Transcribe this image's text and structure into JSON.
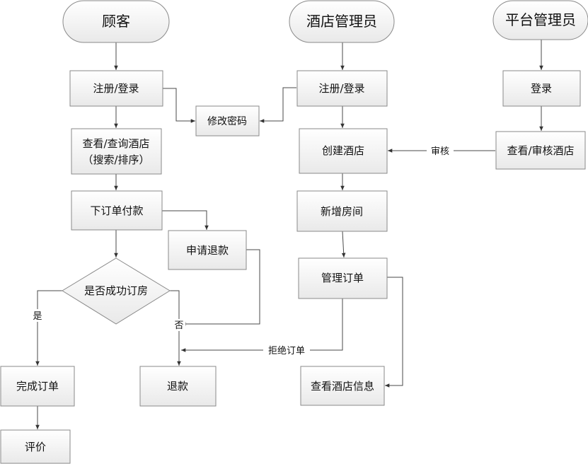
{
  "roles": {
    "customer": "顾客",
    "hotel_admin": "酒店管理员",
    "platform_admin": "平台管理员"
  },
  "nodes": {
    "c_register": "注册/登录",
    "c_browse_1": "查看/查询酒店",
    "c_browse_2": "（搜索/排序）",
    "c_order": "下订单付款",
    "c_refund_request": "申请退款",
    "c_decision": "是否成功订房",
    "c_complete": "完成订单",
    "c_review": "评价",
    "c_refund": "退款",
    "change_password": "修改密码",
    "h_register": "注册/登录",
    "h_create": "创建酒店",
    "h_add_room": "新增房间",
    "h_manage": "管理订单",
    "h_view_info": "查看酒店信息",
    "p_login": "登录",
    "p_review": "查看/审核酒店"
  },
  "edge_labels": {
    "yes": "是",
    "no": "否",
    "approve": "审核",
    "reject": "拒绝订单"
  }
}
